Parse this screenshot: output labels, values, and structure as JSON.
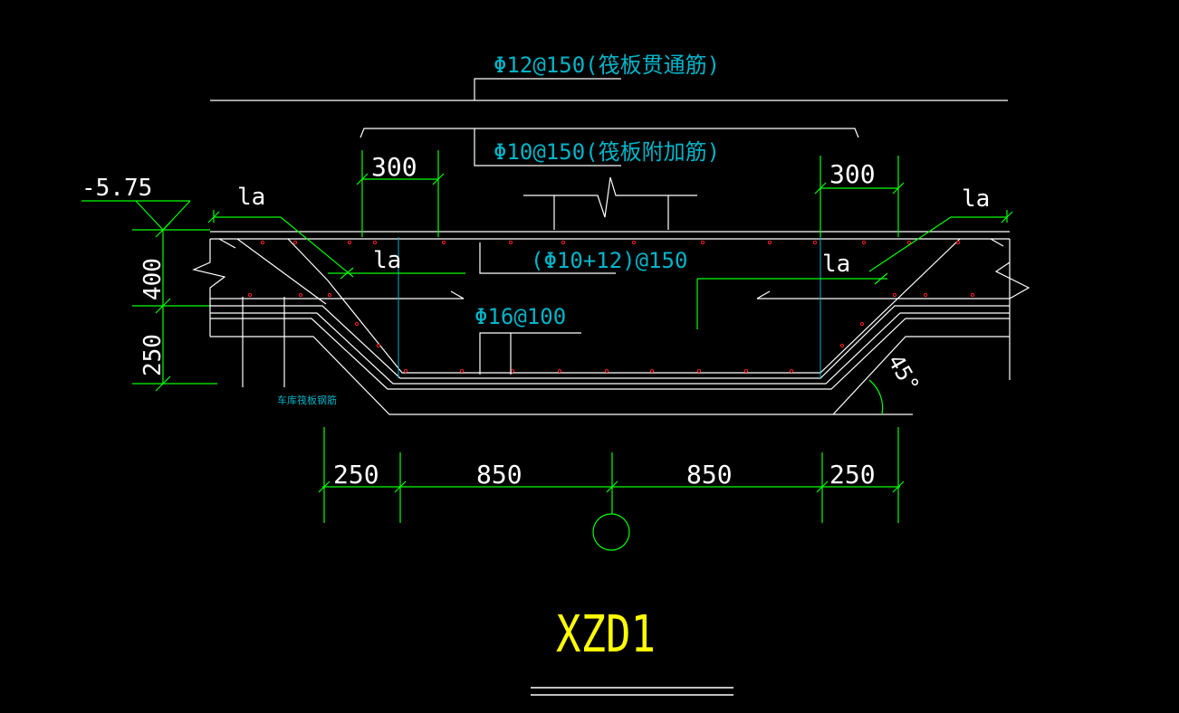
{
  "drawing": {
    "title": "XZD1",
    "elevation": "-5.75",
    "rebar_top_through": "Φ12@150(筏板贯通筋)",
    "rebar_top_additional": "Φ10@150(筏板附加筋)",
    "rebar_middle": "(Φ10+12)@150",
    "rebar_bottom": "Φ16@100",
    "garage_slab_rebar": "车库筏板钢筋",
    "anchorage_label": "la",
    "angle_label": "45°",
    "dim_300": "300",
    "dim_400": "400",
    "dim_250": "250",
    "dim_850": "850",
    "colors": {
      "background": "#000000",
      "line_white": "#ffffff",
      "dimension_green": "#00ff00",
      "annotation_cyan": "#00b4c8",
      "rebar_dot_red": "#ff2020",
      "title_yellow": "#ffff00"
    }
  }
}
